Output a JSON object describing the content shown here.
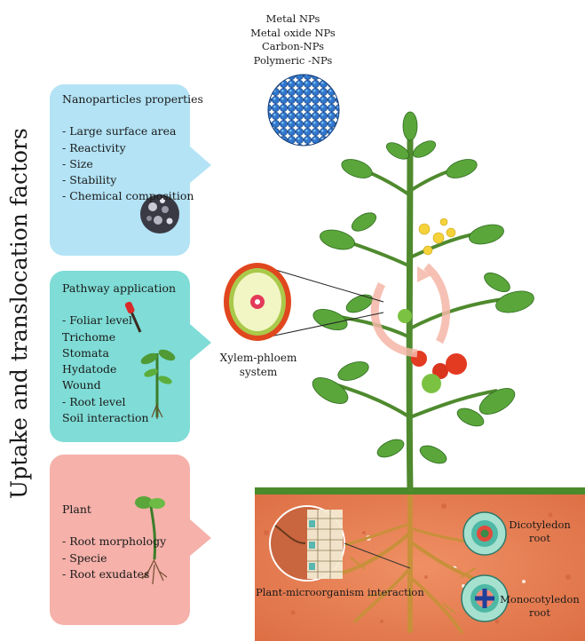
{
  "side_title": "Uptake and translocation  factors",
  "nanoparticle_types": [
    "Metal NPs",
    "Metal oxide NPs",
    "Carbon-NPs",
    "Polymeric -NPs"
  ],
  "boxes": [
    {
      "heading": "Nanoparticles properties",
      "items": [
        "- Large surface area",
        "- Reactivity",
        "- Size",
        "- Stability",
        "- Chemical  composition"
      ],
      "color": "#b3e3f5"
    },
    {
      "heading": "Pathway application",
      "items": [
        "- Foliar level",
        "Trichome",
        "Stomata",
        "Hydatode",
        "Wound",
        "- Root level",
        "Soil interaction"
      ],
      "color": "#7fdcd6"
    },
    {
      "heading": "Plant",
      "items": [
        "- Root morphology",
        "- Specie",
        "- Root exudates"
      ],
      "color": "#f5b1aa"
    }
  ],
  "labels": {
    "xylem_line1": "Xylem-phloem",
    "xylem_line2": "system",
    "microorganism": "Plant-microorganism interaction",
    "dicot_line1": "Dicotyledon",
    "dicot_line2": "root",
    "monocot_line1": "Monocotyledon",
    "monocot_line2": "root"
  },
  "colors": {
    "nanoparticle": "#2a6fc4",
    "soil": "#e8794f",
    "stem": "#4f8a2e",
    "leaf": "#5aa63a",
    "tomato_red": "#e33a22",
    "tomato_green": "#7cc242"
  }
}
